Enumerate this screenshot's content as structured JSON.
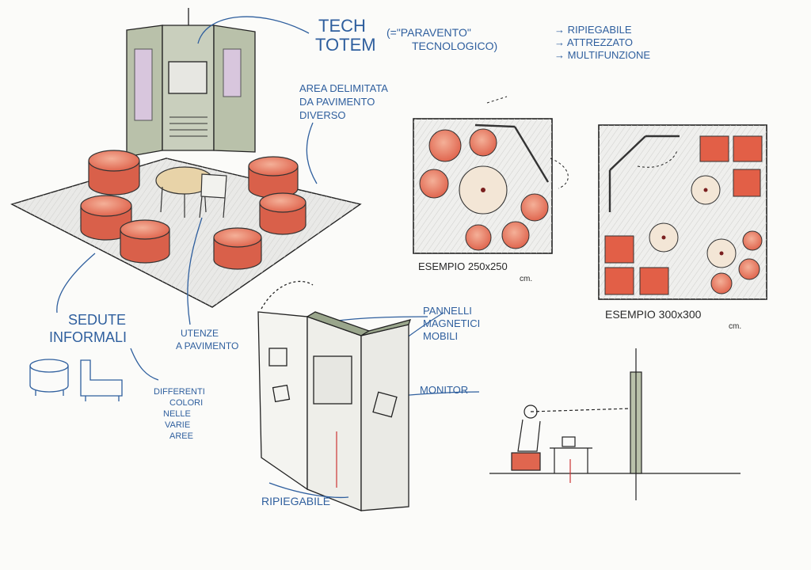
{
  "title": {
    "line1": "TECH",
    "line2": "TOTEM",
    "equals": "(=\"PARAVENTO\"",
    "equals2": "TECNOLOGICO)"
  },
  "features": [
    "→ RIPIEGABILE",
    "→ ATTREZZATO",
    "→ MULTIFUNZIONE"
  ],
  "area_note": {
    "line1": "AREA DELIMITATA",
    "line2": "DA PAVIMENTO",
    "line3": "DIVERSO"
  },
  "example_small": {
    "label": "ESEMPIO 250x250",
    "unit": "cm."
  },
  "example_large": {
    "label": "ESEMPIO 300x300",
    "unit": "cm."
  },
  "seating": {
    "line1": "SEDUTE",
    "line2": "INFORMALI"
  },
  "floor_outlets": {
    "line1": "UTENZE",
    "line2": "A PAVIMENTO"
  },
  "colors_note": {
    "line1": "DIFFERENTI",
    "line2": "COLORI",
    "line3": "NELLE",
    "line4": "VARIE",
    "line5": "AREE"
  },
  "panels_note": {
    "line1": "PANNELLI",
    "line2": "MAGNETICI",
    "line3": "MOBILI"
  },
  "monitor": "MONITOR",
  "foldable": "RIPIEGABILE",
  "colors": {
    "ink": "#2f5f9e",
    "pencil": "#2a2a2a",
    "seat": "#e0664f",
    "seat_light": "#f0a788",
    "panel": "#9aa68c",
    "floor": "#e6e6e4",
    "table": "#e8d3a8"
  }
}
